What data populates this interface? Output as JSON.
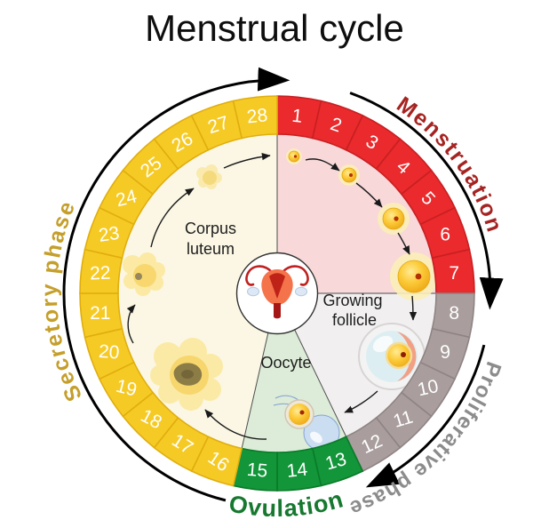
{
  "title": "Menstrual cycle",
  "wheel": {
    "day_numbers": [
      1,
      2,
      3,
      4,
      5,
      6,
      7,
      8,
      9,
      10,
      11,
      12,
      13,
      14,
      15,
      16,
      17,
      18,
      19,
      20,
      21,
      22,
      23,
      24,
      25,
      26,
      27,
      28
    ],
    "phases": [
      {
        "id": "menstruation",
        "label": "Menstruation",
        "day_start": 1,
        "day_end": 7,
        "segment_color": "#ea2a2c",
        "segment_border": "#c81f22",
        "label_color": "#a52422",
        "inner_color": "#f8d8d9",
        "inner_label": ""
      },
      {
        "id": "proliferative",
        "label": "Proliferative phase",
        "day_start": 8,
        "day_end": 12,
        "segment_color": "#a99d9d",
        "segment_border": "#8f8484",
        "label_color": "#8c8c8c",
        "inner_color": "#f1eff0",
        "inner_label": "Growing follicle"
      },
      {
        "id": "ovulation",
        "label": "Ovulation",
        "day_start": 13,
        "day_end": 15,
        "segment_color": "#13953a",
        "segment_border": "#0a7b28",
        "label_color": "#17782f",
        "inner_color": "#ddecd8",
        "inner_label": "Oocyte"
      },
      {
        "id": "secretory",
        "label": "Secretory phase",
        "day_start": 16,
        "day_end": 28,
        "segment_color": "#f6ca24",
        "segment_border": "#e0ae0e",
        "label_color": "#c59f2b",
        "inner_color": "#fbf7e4",
        "inner_label": "Corpus luteum"
      }
    ],
    "day_number_color": "#ffffff",
    "icons": {
      "center": "uterus-icon",
      "direction": "clockwise-arrow-icon",
      "stages": [
        "follicle-icon",
        "mature-follicle-icon",
        "oocyte-icon",
        "corpus-luteum-icon"
      ]
    }
  }
}
